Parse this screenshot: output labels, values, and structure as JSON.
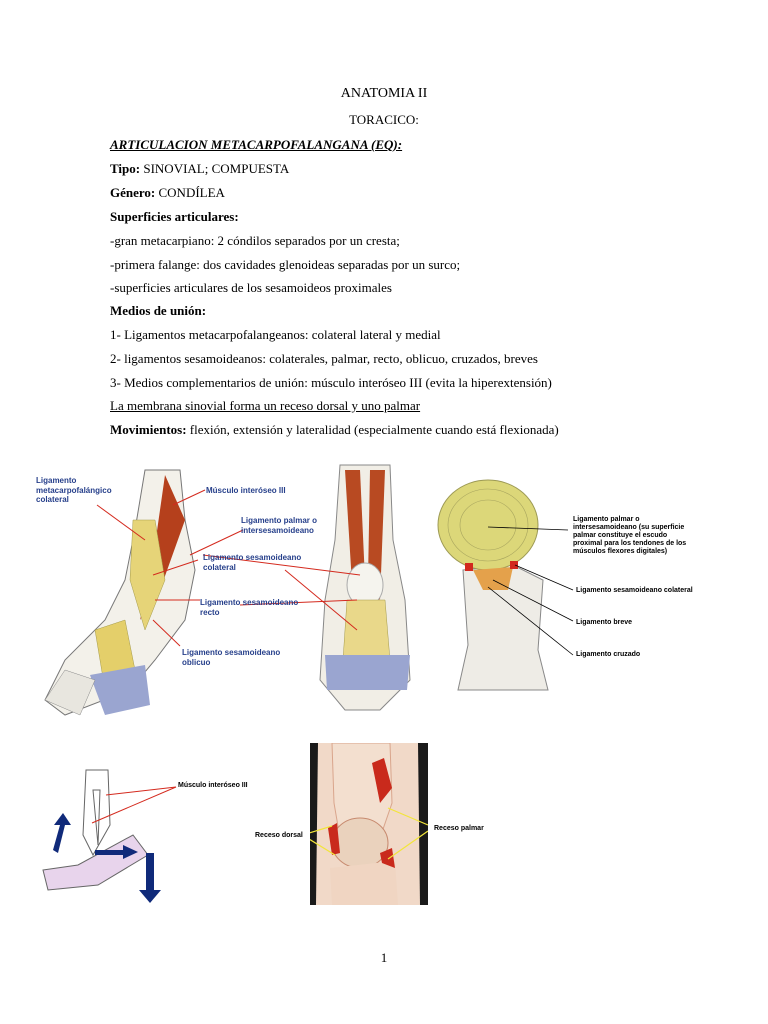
{
  "title": "ANATOMIA II",
  "subtitle": "TORACICO:",
  "heading": "ARTICULACION METACARPOFALANGANA (EQ):",
  "tipo": {
    "label": "Tipo:",
    "value": " SINOVIAL; COMPUESTA"
  },
  "genero": {
    "label": "Género:",
    "value": " CONDÍLEA"
  },
  "superficies_heading": "Superficies articulares:",
  "superficies": [
    "-gran metacarpiano: 2 cóndilos separados por un cresta;",
    "-primera falange: dos cavidades glenoideas separadas por un surco;",
    "-superficies articulares de los sesamoideos proximales"
  ],
  "medios_heading": "Medios de unión:",
  "medios": [
    "1- Ligamentos metacarpofalangeanos: colateral lateral y medial",
    "2- ligamentos sesamoideanos: colaterales, palmar, recto, oblicuo, cruzados, breves",
    "3- Medios complementarios de unión: músculo interóseo III (evita la hiperextensión)"
  ],
  "membrana": "La membrana sinovial forma un receso dorsal y uno palmar",
  "movimientos": {
    "label": "Movimientos:",
    "value": " flexión, extensión y lateralidad (especialmente cuando está flexionada)"
  },
  "figure1_labels": {
    "lig_meta_1": "Ligamento",
    "lig_meta_2": "metacarpofalángico",
    "lig_meta_3": "colateral",
    "musculo": "Músculo interóseo III",
    "palmar_1": "Ligamento palmar o",
    "palmar_2": "intersesamoideano",
    "ses_col_1": "Ligamento sesamoideano",
    "ses_col_2": "colateral",
    "ses_recto_1": "Ligamento sesamoideano",
    "ses_recto_2": "recto",
    "ses_obl_1": "Ligamento sesamoideano",
    "ses_obl_2": "oblicuo"
  },
  "figure2_labels": {
    "palmar_1": "Ligamento palmar o",
    "palmar_2": "intersesamoideano (su superficie",
    "palmar_3": "palmar constituye el escudo",
    "palmar_4": "proximal para los tendones de los",
    "palmar_5": "músculos flexores digitales)",
    "colateral": "Ligamento sesamoideano colateral",
    "breve": "Ligamento breve",
    "cruzado": "Ligamento cruzado"
  },
  "figure3_labels": {
    "musculo": "Músculo interóseo III",
    "dorsal": "Receso dorsal",
    "palmar": "Receso palmar"
  },
  "page_number": "1"
}
